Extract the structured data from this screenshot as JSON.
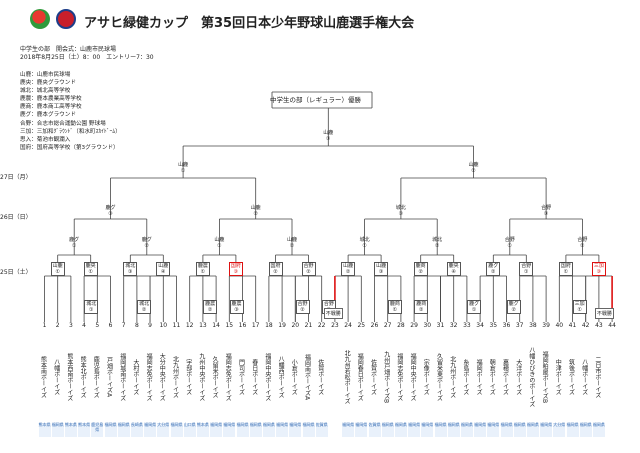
{
  "header": {
    "title": "アサヒ緑健カップ　第35回日本少年野球山鹿選手権大会",
    "division_line": "中学生の部　開会式：山鹿市民球場",
    "date_line": "2018年8月25日（土）8：00　エントリー7：30"
  },
  "venues": [
    "山鹿：山鹿市民球場",
    "鹿央：鹿央グラウンド",
    "城北：城北高等学校",
    "鹿農：鹿本農業高等学校",
    "鹿商：鹿本商工高等学校",
    "鹿グ：鹿本グラウンド",
    "合野：合志市総合運動公園 野球場",
    "三加：三加和ｸﾞﾗｳﾝﾄﾞ（和水町ｽｶｲﾄﾞｰﾑ）",
    "思入：菊池市観瀾入",
    "国府：国府高等学校（第3グラウンド）"
  ],
  "bracket_title": "中学生の部（レギュラー）優勝",
  "dates": {
    "d27": "27日（月）",
    "d26": "26日（日）",
    "d25": "25日（土）"
  },
  "final": {
    "venue": "山鹿",
    "num": "③"
  },
  "semis": [
    {
      "venue": "山鹿",
      "num": "①"
    },
    {
      "venue": "山鹿",
      "num": "②"
    }
  ],
  "quarters": [
    {
      "venue": "鹿グ",
      "num": "③"
    },
    {
      "venue": "山鹿",
      "num": "②"
    },
    {
      "venue": "城北",
      "num": "③"
    },
    {
      "venue": "合野",
      "num": "③"
    }
  ],
  "r16": [
    {
      "venue": "鹿グ",
      "num": "①"
    },
    {
      "venue": "鹿グ",
      "num": "②"
    },
    {
      "venue": "山鹿",
      "num": "①"
    },
    {
      "venue": "山鹿",
      "num": "②"
    },
    {
      "venue": "城北",
      "num": "①"
    },
    {
      "venue": "城北",
      "num": "②"
    },
    {
      "venue": "合野",
      "num": "①"
    },
    {
      "venue": "合野",
      "num": "②"
    }
  ],
  "r2": [
    {
      "venue": "山鹿",
      "num": "①"
    },
    {
      "venue": "鹿央",
      "num": "①"
    },
    {
      "venue": "城北",
      "num": "③"
    },
    {
      "venue": "山鹿",
      "num": "④"
    },
    {
      "venue": "鹿農",
      "num": "①"
    },
    {
      "venue": "国府",
      "num": "③"
    },
    {
      "venue": "国府",
      "num": "②"
    },
    {
      "venue": "合野",
      "num": "②"
    },
    {
      "venue": "山鹿",
      "num": "②"
    },
    {
      "venue": "山鹿",
      "num": "③"
    },
    {
      "venue": "鹿商",
      "num": "②"
    },
    {
      "venue": "鹿央",
      "num": "④"
    },
    {
      "venue": "鹿グ",
      "num": "②"
    },
    {
      "venue": "合野",
      "num": "①"
    },
    {
      "venue": "国府",
      "num": "①"
    },
    {
      "venue": "三加",
      "num": "③"
    }
  ],
  "r1": [
    {
      "venue": "城北",
      "num": "①"
    },
    {
      "venue": "城北",
      "num": "②"
    },
    {
      "venue": "鹿農",
      "num": "②"
    },
    {
      "venue": "鹿農",
      "num": "③"
    },
    {
      "venue": "合野",
      "num": "②"
    },
    {
      "venue": "合野",
      "num": "③"
    },
    {
      "venue": "鹿商",
      "num": "①"
    },
    {
      "venue": "鹿商",
      "num": "②"
    },
    {
      "venue": "鹿グ",
      "num": "①"
    },
    {
      "venue": "鹿グ",
      "num": "②"
    },
    {
      "venue": "三加",
      "num": "①"
    }
  ],
  "forfeits": [
    "不戦勝",
    "不戦勝"
  ],
  "teams": [
    {
      "num": "1",
      "name": "熊本南ボーイズ",
      "pref": "熊本県"
    },
    {
      "num": "2",
      "name": "八幡ボーイズ",
      "pref": "福岡県"
    },
    {
      "num": "3",
      "name": "熊本西南ボーイズ",
      "pref": "熊本県"
    },
    {
      "num": "4",
      "name": "熊本北ボーイズ",
      "pref": "熊本県"
    },
    {
      "num": "5",
      "name": "鹿児島ボーイズ",
      "pref": "鹿児島県"
    },
    {
      "num": "6",
      "name": "戸畑ボーイズA",
      "pref": "福岡県"
    },
    {
      "num": "7",
      "name": "福岡城南ボーイズ",
      "pref": "福岡県"
    },
    {
      "num": "8",
      "name": "大村ボーイズ",
      "pref": "長崎県"
    },
    {
      "num": "9",
      "name": "福岡志免ボーイズ",
      "pref": "福岡県"
    },
    {
      "num": "10",
      "name": "大分中央ボーイズ",
      "pref": "大分県"
    },
    {
      "num": "11",
      "name": "北九州ボーイズ",
      "pref": "福岡県"
    },
    {
      "num": "12",
      "name": "宇部ボーイズ",
      "pref": "山口県"
    },
    {
      "num": "13",
      "name": "九州中央ボーイズ",
      "pref": "熊本県"
    },
    {
      "num": "14",
      "name": "久留米ボーイズ",
      "pref": "福岡県"
    },
    {
      "num": "15",
      "name": "福岡志免ボーイズ",
      "pref": "福岡県"
    },
    {
      "num": "16",
      "name": "門司ボーイズ",
      "pref": "福岡県"
    },
    {
      "num": "17",
      "name": "春日ボーイズ",
      "pref": "福岡県"
    },
    {
      "num": "18",
      "name": "福岡中央ボーイズ",
      "pref": "福岡県"
    },
    {
      "num": "19",
      "name": "八幡西ボーイズ",
      "pref": "福岡県"
    },
    {
      "num": "20",
      "name": "小倉ボーイズ",
      "pref": "福岡県"
    },
    {
      "num": "21",
      "name": "福岡南ボーイズA",
      "pref": "福岡県"
    },
    {
      "num": "22",
      "name": "佐賀ボーイズ",
      "pref": "佐賀県"
    },
    {
      "num": "23",
      "name": "",
      "pref": ""
    },
    {
      "num": "24",
      "name": "北九州若松ボーイズ",
      "pref": "福岡県"
    },
    {
      "num": "25",
      "name": "福岡春日ボーイズ",
      "pref": "福岡県"
    },
    {
      "num": "26",
      "name": "佐賀ボーイズ",
      "pref": "佐賀県"
    },
    {
      "num": "27",
      "name": "九州戸畑ボーイズB",
      "pref": "福岡県"
    },
    {
      "num": "28",
      "name": "福岡志免ボーイズ",
      "pref": "福岡県"
    },
    {
      "num": "29",
      "name": "福岡中央ボーイズ",
      "pref": "福岡県"
    },
    {
      "num": "30",
      "name": "宗像ボーイズ",
      "pref": "福岡県"
    },
    {
      "num": "31",
      "name": "久留米東ボーイズ",
      "pref": "福岡県"
    },
    {
      "num": "32",
      "name": "北九州ボーイズ",
      "pref": "福岡県"
    },
    {
      "num": "33",
      "name": "糸島ボーイズ",
      "pref": "福岡県"
    },
    {
      "num": "34",
      "name": "福岡ボーイズ",
      "pref": "福岡県"
    },
    {
      "num": "35",
      "name": "朝倉ボーイズ",
      "pref": "福岡県"
    },
    {
      "num": "36",
      "name": "嘉穂ボーイズ",
      "pref": "福岡県"
    },
    {
      "num": "37",
      "name": "大洋ボーイズ",
      "pref": "福岡県"
    },
    {
      "num": "38",
      "name": "八幡ひびきのボーイズ",
      "pref": "福岡県"
    },
    {
      "num": "39",
      "name": "福岡粕屋ボーイズB",
      "pref": "福岡県"
    },
    {
      "num": "40",
      "name": "中津ボーイズ",
      "pref": "大分県"
    },
    {
      "num": "41",
      "name": "筑後ボーイズ",
      "pref": "福岡県"
    },
    {
      "num": "42",
      "name": "八幡ボーイズ",
      "pref": "福岡県"
    },
    {
      "num": "43",
      "name": "二日市ボーイズ",
      "pref": "福岡県"
    },
    {
      "num": "44",
      "name": "",
      "pref": ""
    }
  ]
}
